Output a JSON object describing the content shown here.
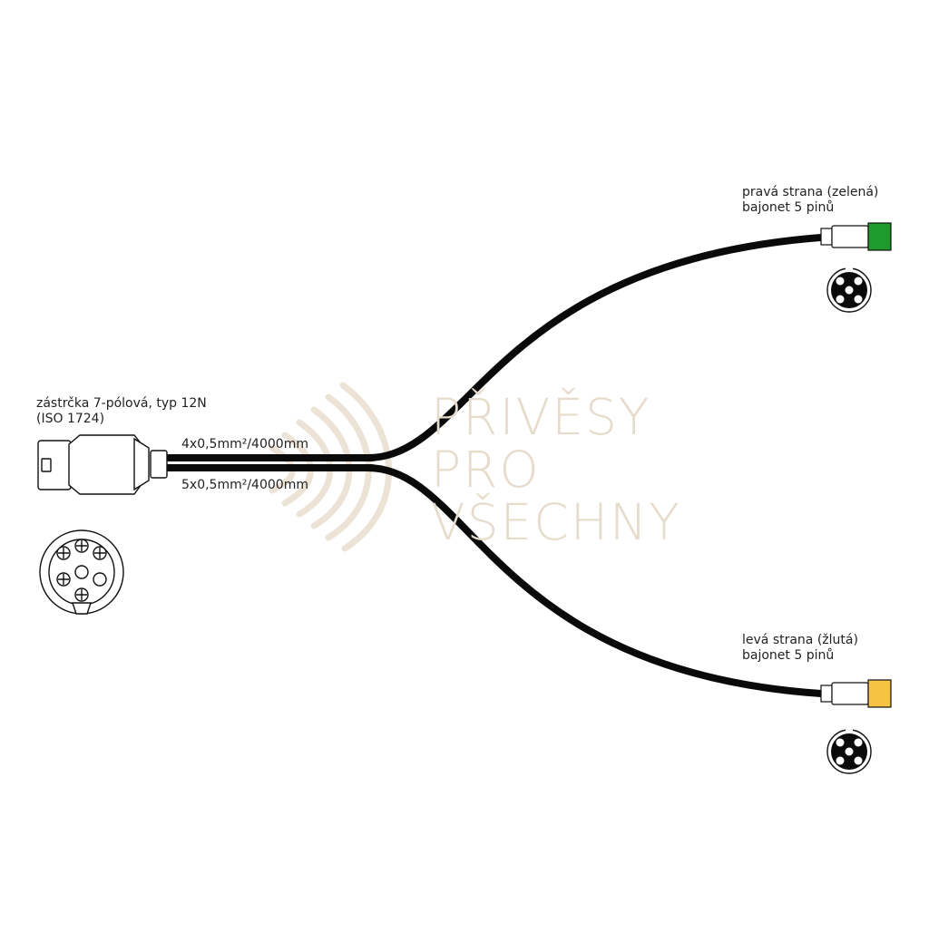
{
  "plug": {
    "label_line1": "zástrčka 7-pólová, typ 12N",
    "label_line2": "(ISO 1724)"
  },
  "cables": {
    "upper": "4x0,5mm²/4000mm",
    "lower": "5x0,5mm²/4000mm"
  },
  "right_side": {
    "line1": "pravá  strana (zelená)",
    "line2": "bajonet 5 pinů",
    "color": "#1e9b2c"
  },
  "left_side": {
    "line1": "levá  strana (žlutá)",
    "line2": "bajonet 5 pinů",
    "color": "#f6c342"
  },
  "watermark": {
    "line1": "PŘIVĚSY",
    "line2": "PRO",
    "line3": "VŠECHNY",
    "color": "#e7dccb"
  }
}
